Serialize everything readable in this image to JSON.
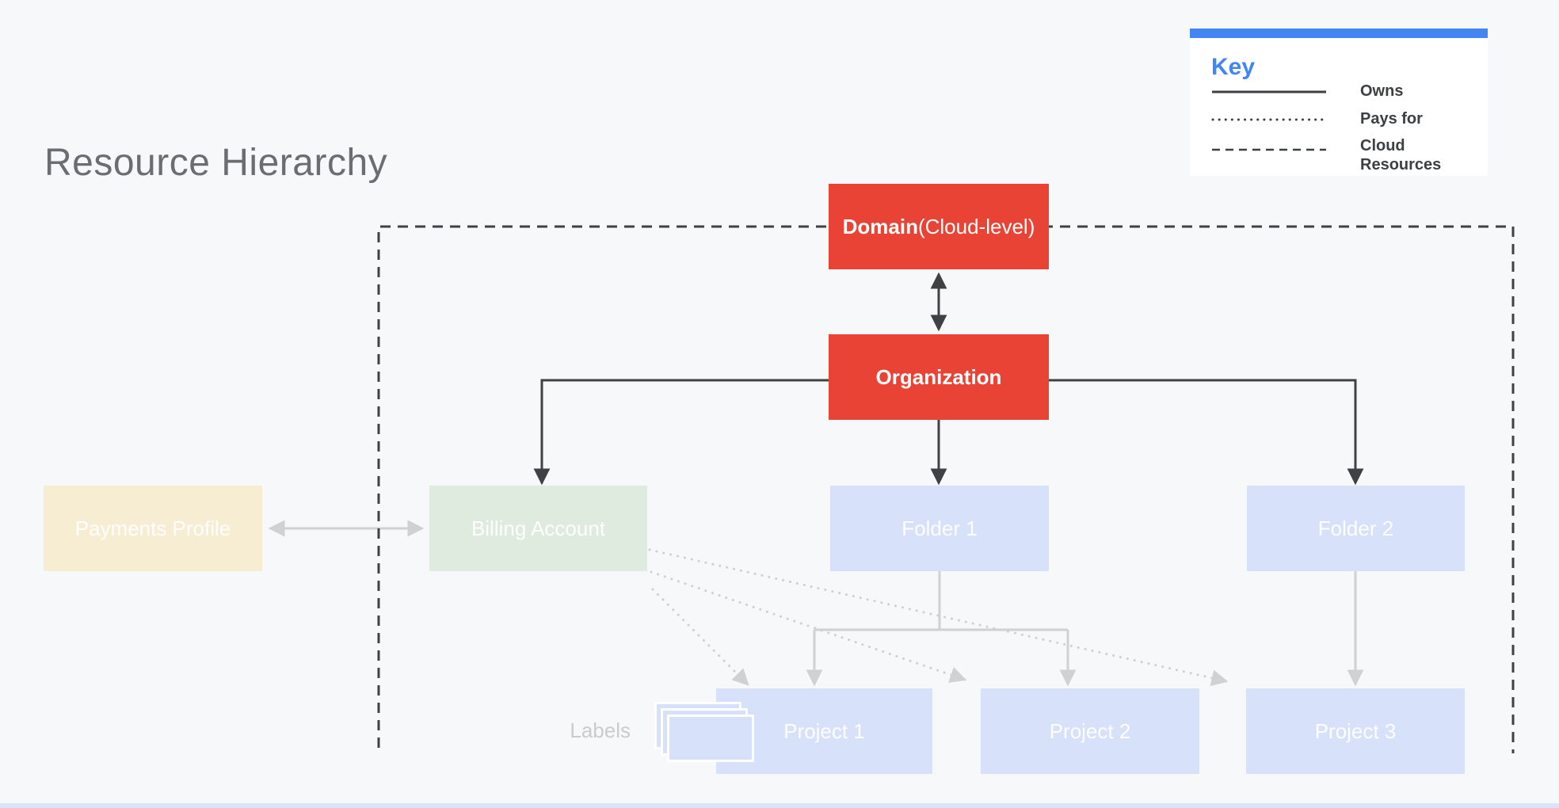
{
  "title": "Resource Hierarchy",
  "key": {
    "title": "Key",
    "entries": [
      {
        "label": "Owns",
        "style": "solid"
      },
      {
        "label": "Pays for",
        "style": "dotted"
      },
      {
        "label": "Cloud Resources",
        "style": "dashed"
      }
    ]
  },
  "nodes": {
    "domain": {
      "label_bold": "Domain",
      "label_suffix": " (Cloud-level)",
      "color": "#E94335"
    },
    "organization": {
      "label": "Organization",
      "color": "#E94335"
    },
    "payments_profile": {
      "label": "Payments Profile",
      "color": "#F7EDD2"
    },
    "billing_account": {
      "label": "Billing Account",
      "color": "#DFEBDE"
    },
    "folder_1": {
      "label": "Folder 1",
      "color": "#D7E2FA"
    },
    "folder_2": {
      "label": "Folder 2",
      "color": "#D7E2FA"
    },
    "project_1": {
      "label": "Project 1",
      "color": "#D7E2FA"
    },
    "project_2": {
      "label": "Project 2",
      "color": "#D7E2FA"
    },
    "project_3": {
      "label": "Project 3",
      "color": "#D7E2FA"
    }
  },
  "annotations": {
    "labels_caption": "Labels"
  },
  "edges": [
    {
      "from": "domain",
      "to": "organization",
      "type": "owns",
      "bidirectional": true
    },
    {
      "from": "organization",
      "to": "billing_account",
      "type": "owns"
    },
    {
      "from": "organization",
      "to": "folder_1",
      "type": "owns"
    },
    {
      "from": "organization",
      "to": "folder_2",
      "type": "owns"
    },
    {
      "from": "payments_profile",
      "to": "billing_account",
      "type": "linked",
      "bidirectional": true
    },
    {
      "from": "folder_1",
      "to": "project_1",
      "type": "contains"
    },
    {
      "from": "folder_1",
      "to": "project_2",
      "type": "contains"
    },
    {
      "from": "folder_2",
      "to": "project_3",
      "type": "contains"
    },
    {
      "from": "billing_account",
      "to": "project_1",
      "type": "pays_for"
    },
    {
      "from": "billing_account",
      "to": "project_2",
      "type": "pays_for"
    },
    {
      "from": "billing_account",
      "to": "project_3",
      "type": "pays_for"
    }
  ],
  "colors": {
    "bg": "#F7F8FA",
    "node-red": "#E94335",
    "node-blue": "#D7E2FA",
    "node-green": "#DFEBDE",
    "node-tan": "#F7EDD2",
    "key-blue": "#4285F4",
    "legend-text": "#3C4043",
    "title-gray": "#6A6D71",
    "line-dark": "#3F4245",
    "line-light": "#D0D1D3",
    "line-dotted": "#CDCFD1",
    "labels-gray": "#C9CBCE",
    "panel-white": "#FFFFFF",
    "bottom-strip": "#D9E4F8"
  }
}
